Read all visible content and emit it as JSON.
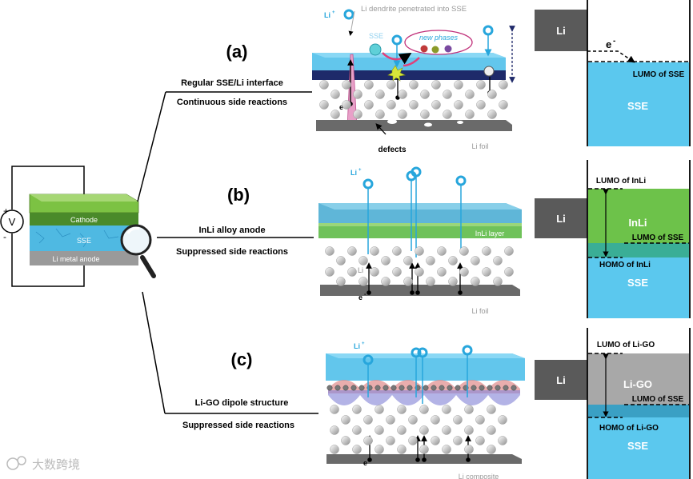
{
  "cell": {
    "cathode": "Cathode",
    "sse": "SSE",
    "anode": "Li metal anode",
    "voltmeter": "V",
    "plus": "+",
    "minus": "-"
  },
  "panel_a": {
    "tag": "(a)",
    "line1": "Regular SSE/Li interface",
    "line2": "Continuous side reactions",
    "li_ion": "Li",
    "li_ion_sup": "+",
    "dendrite_note": "Li dendrite penetrated into SSE",
    "sse": "SSE",
    "new_phases": "new phases",
    "electron": "e",
    "electron_sup": "-",
    "defects": "defects",
    "foil": "Li foil",
    "energy": {
      "li": "Li",
      "electron": "e",
      "electron_sup": "-",
      "lumo_sse": "LUMO of SSE",
      "sse": "SSE"
    }
  },
  "panel_b": {
    "tag": "(b)",
    "line1": "InLi alloy anode",
    "line2": "Suppressed side reactions",
    "li_ion": "Li",
    "li_ion_sup": "+",
    "layer": "InLi layer",
    "li": "Li",
    "electron": "e",
    "electron_sup": "-",
    "foil": "Li foil",
    "energy": {
      "li": "Li",
      "lumo_inli": "LUMO of InLi",
      "inli": "InLi",
      "lumo_sse": "LUMO of SSE",
      "homo_inli": "HOMO of InLi",
      "sse": "SSE"
    }
  },
  "panel_c": {
    "tag": "(c)",
    "line1": "Li-GO dipole structure",
    "line2": "Suppressed side reactions",
    "li_ion": "Li",
    "li_ion_sup": "+",
    "electron": "e",
    "electron_sup": "-",
    "foil": "Li composite",
    "energy": {
      "li": "Li",
      "lumo_ligo": "LUMO of Li-GO",
      "ligo": "Li-GO",
      "lumo_sse": "LUMO of SSE",
      "homo_ligo": "HOMO of Li-GO",
      "sse": "SSE"
    }
  },
  "watermark": "大数跨境",
  "colors": {
    "sse_blue": "#5bc8ee",
    "green": "#7cc243",
    "dark_gray": "#5a5a5a",
    "li_ion_blue": "#27a6dc",
    "ligo_gray": "#a8a8a8"
  }
}
